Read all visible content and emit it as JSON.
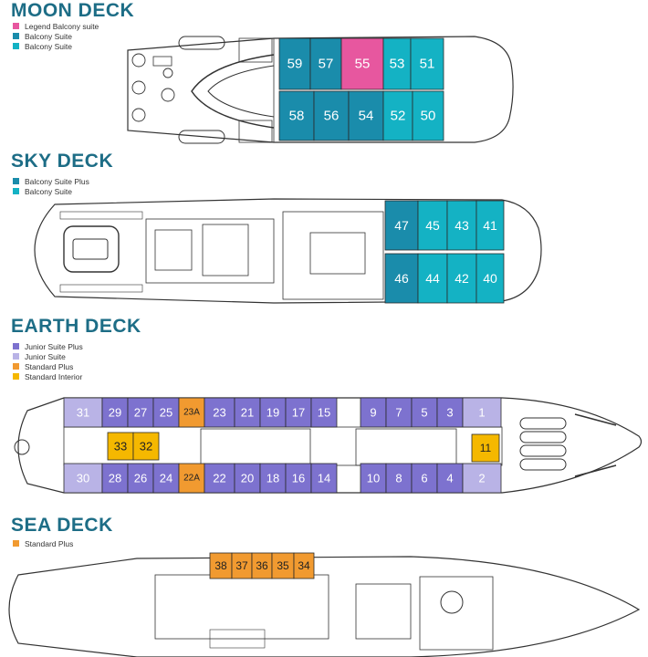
{
  "colors": {
    "title": "#1d6d86",
    "legend_balcony": "#e7579f",
    "balcony_suite": "#1a8cab",
    "balcony_suite_alt": "#14b2c4",
    "junior_plus": "#7d72cf",
    "junior": "#b9b3e6",
    "standard_plus": "#f19a30",
    "standard_interior": "#f5b800"
  },
  "decks": [
    {
      "title": "MOON DECK",
      "legend": [
        {
          "label": "Legend Balcony suite",
          "color": "#e7579f"
        },
        {
          "label": "Balcony Suite",
          "color": "#1a8cab"
        },
        {
          "label": "Balcony Suite",
          "color": "#14b2c4"
        }
      ]
    },
    {
      "title": "SKY DECK",
      "legend": [
        {
          "label": "Balcony Suite Plus",
          "color": "#1a8cab"
        },
        {
          "label": "Balcony Suite",
          "color": "#14b2c4"
        }
      ]
    },
    {
      "title": "EARTH DECK",
      "legend": [
        {
          "label": "Junior Suite Plus",
          "color": "#7d72cf"
        },
        {
          "label": "Junior Suite",
          "color": "#b9b3e6"
        },
        {
          "label": "Standard Plus",
          "color": "#f19a30"
        },
        {
          "label": "Standard Interior",
          "color": "#f5b800"
        }
      ]
    },
    {
      "title": "SEA DECK",
      "legend": [
        {
          "label": "Standard Plus",
          "color": "#f19a30"
        }
      ]
    }
  ],
  "cabins": {
    "moon": [
      "59",
      "57",
      "55",
      "53",
      "51",
      "58",
      "56",
      "54",
      "52",
      "50"
    ],
    "sky": [
      "47",
      "45",
      "43",
      "41",
      "46",
      "44",
      "42",
      "40"
    ],
    "earth_top": [
      "31",
      "29",
      "27",
      "25",
      "23A",
      "23",
      "21",
      "19",
      "17",
      "15",
      "9",
      "7",
      "5",
      "3",
      "1"
    ],
    "earth_mid": [
      "33",
      "32",
      "11"
    ],
    "earth_bottom": [
      "30",
      "28",
      "26",
      "24",
      "22A",
      "22",
      "20",
      "18",
      "16",
      "14",
      "10",
      "8",
      "6",
      "4",
      "2"
    ],
    "sea": [
      "38",
      "37",
      "36",
      "35",
      "34"
    ]
  }
}
